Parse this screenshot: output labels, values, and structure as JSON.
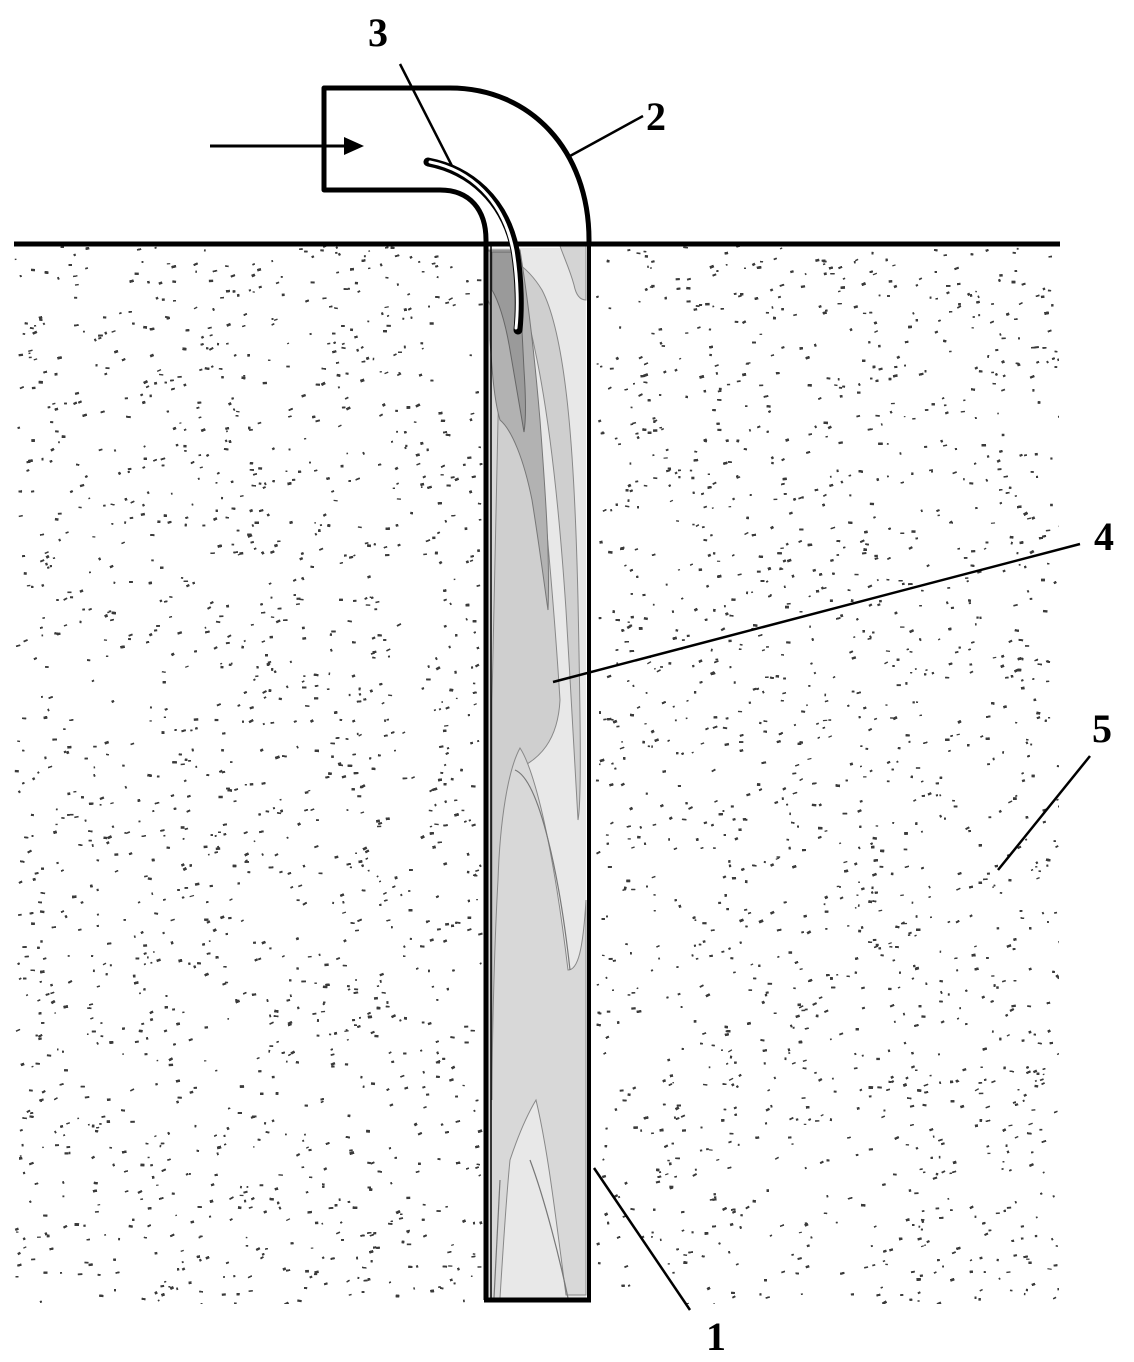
{
  "labels": {
    "pile": "1",
    "inlet_pipe": "2",
    "guide_pipe": "3",
    "grout_flow": "4",
    "soil": "5"
  },
  "colors": {
    "soil_background": "#ffffff",
    "soil_dots": "#3a3a3a",
    "outline": "#000000",
    "grout_light": "#e8e8e8",
    "grout_mid": "#d0d0d0",
    "grout_dark": "#b4b4b4",
    "grout_darkest": "#9a9a9a"
  },
  "icons": {
    "flow_direction": "arrow-right-icon"
  }
}
